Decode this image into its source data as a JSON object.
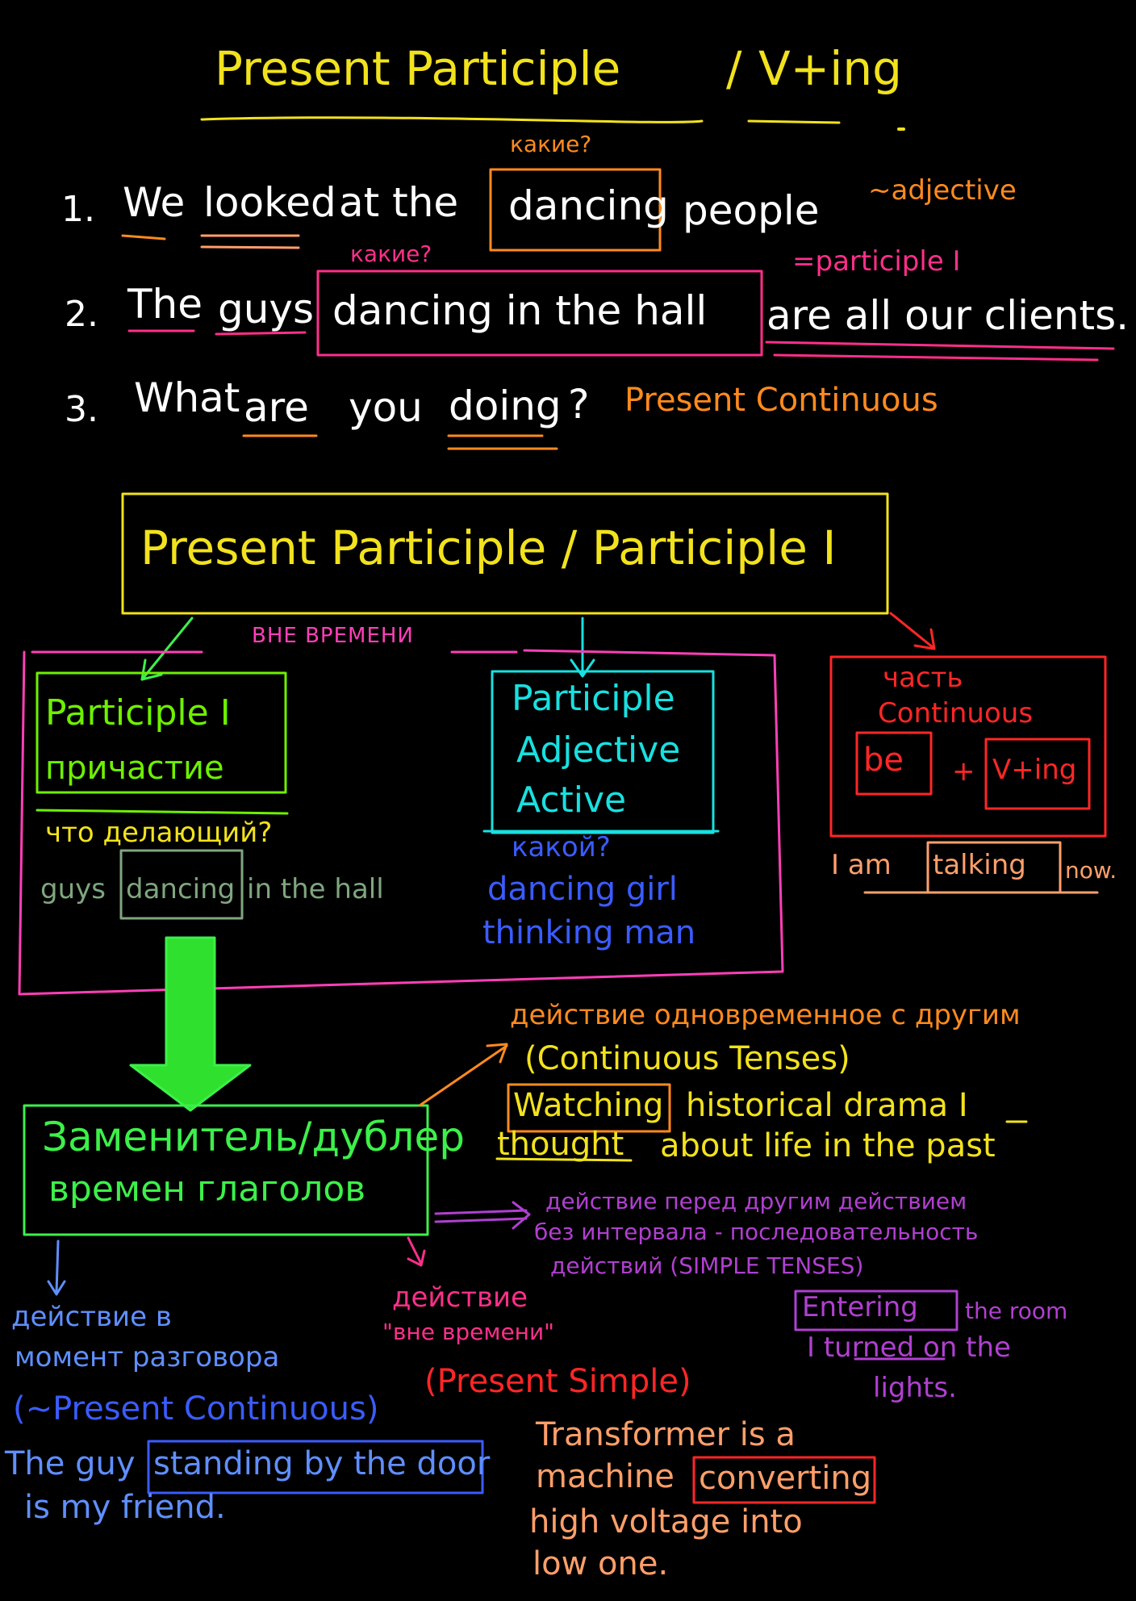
{
  "colors": {
    "background": "#000000",
    "yellow": "#f2e21c",
    "orange": "#ff8a1e",
    "peach": "#ff9f6a",
    "white": "#ffffff",
    "pink": "#ff2f8a",
    "magenta": "#ff3fb8",
    "red": "#ff2626",
    "green": "#3cf04a",
    "lime": "#6ef000",
    "gray_green": "#7fa67f",
    "cyan": "#18e0e0",
    "blue": "#3a5cff",
    "light_blue": "#5f8fff",
    "purple": "#b040d0"
  },
  "title": {
    "main": "Present  Participle",
    "slash": "/",
    "form": "V+ing"
  },
  "examples": {
    "ex1": {
      "num": "1.",
      "q": "какие?",
      "w1": "We",
      "w2": "looked",
      "w3": "at the",
      "w4": "dancing",
      "w5": "people",
      "note": "~adjective"
    },
    "ex2": {
      "num": "2.",
      "q": "какие?",
      "w1": "The",
      "w2": "guys",
      "phrase": "dancing  in  the  hall",
      "w3": "are  all  our  clients.",
      "note": "=participle I"
    },
    "ex3": {
      "num": "3.",
      "w1": "What",
      "w2": "are",
      "w3": "you",
      "w4": "doing",
      "w5": "?",
      "note": "Present  Continuous"
    }
  },
  "main_box": {
    "label": "Present  Participle / Participle  I"
  },
  "outside_time": "ВНЕ ВРЕМЕНИ",
  "left_panel": {
    "box_line1": "Participle I",
    "box_line2": "причастие",
    "question": "что делающий?",
    "ex_a": "guys",
    "ex_b": "dancing",
    "ex_c": "in the hall"
  },
  "middle_panel": {
    "line1": "Participle",
    "line2": "Adjective",
    "line3": "Active",
    "question": "какой?",
    "ex1": "dancing  girl",
    "ex2": "thinking  man"
  },
  "right_panel": {
    "line1": "часть",
    "line2": "Continuous",
    "be": "be",
    "plus": "+",
    "ving": "V+ing",
    "ex_a": "I  am",
    "ex_b": "talking",
    "ex_c": "now."
  },
  "substitute_box": {
    "line1": "Заменитель/дублер",
    "line2": "времен  глаголов"
  },
  "simultaneous": {
    "line1": "действие одновременное с другим",
    "line2": "(Continuous  Tenses)",
    "ex_a": "Watching",
    "ex_b": "historical  drama  I",
    "ex_c": "thought",
    "ex_d": "about  life  in  the  past"
  },
  "sequence": {
    "line1": "действие перед другим действием",
    "line2": "без интервала - последовательность",
    "line3": "действий  (SIMPLE TENSES)",
    "ex_a": "Entering",
    "ex_b": "the room",
    "ex_c": "I  turned  on  the",
    "ex_d": "lights."
  },
  "moment": {
    "line1": "действие в",
    "line2": "момент разговора",
    "line3": "(~Present Continuous)",
    "ex_a": "The  guy",
    "ex_b": "standing  by  the  door",
    "ex_c": "is  my  friend."
  },
  "timeless": {
    "line1": "действие",
    "line2": "\"вне времени\"",
    "line3": "(Present  Simple)",
    "ex_a": "Transformer  is  a",
    "ex_b": "machine",
    "ex_c": "converting",
    "ex_d": "high  voltage  into",
    "ex_e": "low  one."
  }
}
